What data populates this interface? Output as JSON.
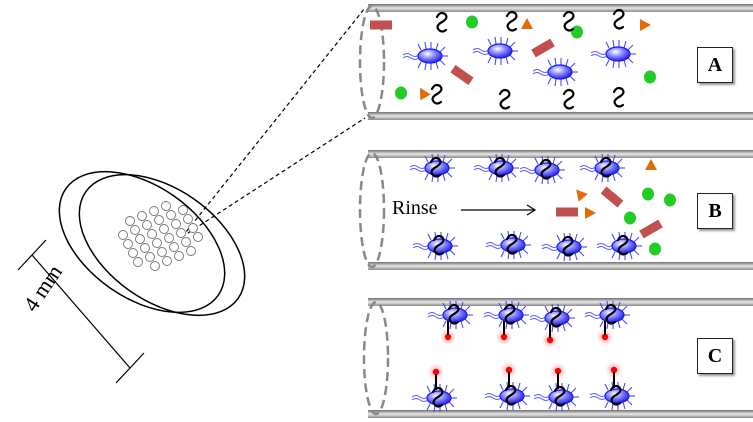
{
  "panels": [
    {
      "label": "A",
      "description": "Unbound mixture: bacteria, probes and interferents in channel"
    },
    {
      "label": "B",
      "description": "Bacteria captured on walls; rinse removes interferents"
    },
    {
      "label": "C",
      "description": "Captured bacteria labeled with fluorescent reporter"
    }
  ],
  "annotations": {
    "rinse": "Rinse",
    "dimension": "4 mm"
  },
  "colors": {
    "bacterium": "#3b3bff",
    "rod": "#c0504d",
    "dot": "#22cc22",
    "triangle": "#e36c0a",
    "reporter": "#ff0000",
    "tube": "#8c8c8c"
  }
}
